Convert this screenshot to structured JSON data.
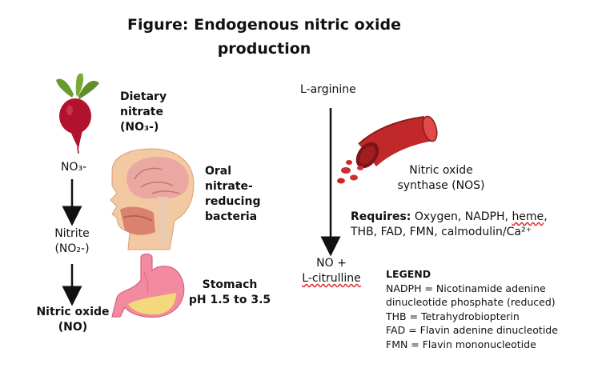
{
  "title": {
    "line1": "Figure: Endogenous nitric oxide",
    "line2": "production"
  },
  "left_column": {
    "dietary_label_1": "Dietary",
    "dietary_label_2": "nitrate",
    "dietary_label_3": "(NO₃-)",
    "no3": "NO₃-",
    "nitrite_1": "Nitrite",
    "nitrite_2": "(NO₂-)",
    "nitric_oxide_1": "Nitric oxide",
    "nitric_oxide_2": "(NO)",
    "oral_1": "Oral",
    "oral_2": "nitrate-",
    "oral_3": "reducing",
    "oral_4": "bacteria",
    "stomach_1": "Stomach",
    "stomach_2": "pH 1.5 to 3.5"
  },
  "right_column": {
    "l_arginine": "L-arginine",
    "nos_1": "Nitric oxide",
    "nos_2": "synthase (NOS)",
    "requires_label": "Requires:",
    "requires_1": "Oxygen, NADPH,",
    "requires_heme": "heme",
    "requires_2": "THB, FAD, FMN, calmodulin/Ca²⁺",
    "product_1": "NO +",
    "product_2": "L-citrulline"
  },
  "legend": {
    "title": "LEGEND",
    "lines": [
      "NADPH = Nicotinamide adenine",
      "dinucleotide phosphate (reduced)",
      "THB = Tetrahydrobiopterin",
      "FAD = Flavin adenine dinucleotide",
      "FMN = Flavin mononucleotide"
    ]
  },
  "colors": {
    "text": "#111111",
    "beet": "#b3122e",
    "beet_leaf": "#6a9a2f",
    "vessel": "#c0282a",
    "stomach": "#f28aa0",
    "stomach_fluid": "#f3d97a",
    "head_skin": "#f2c9a0",
    "brain": "#e9a9a2",
    "tissue": "#d9826f"
  },
  "icons": [
    "beetroot-icon",
    "head-anatomy-icon",
    "stomach-icon",
    "blood-vessel-icon"
  ]
}
